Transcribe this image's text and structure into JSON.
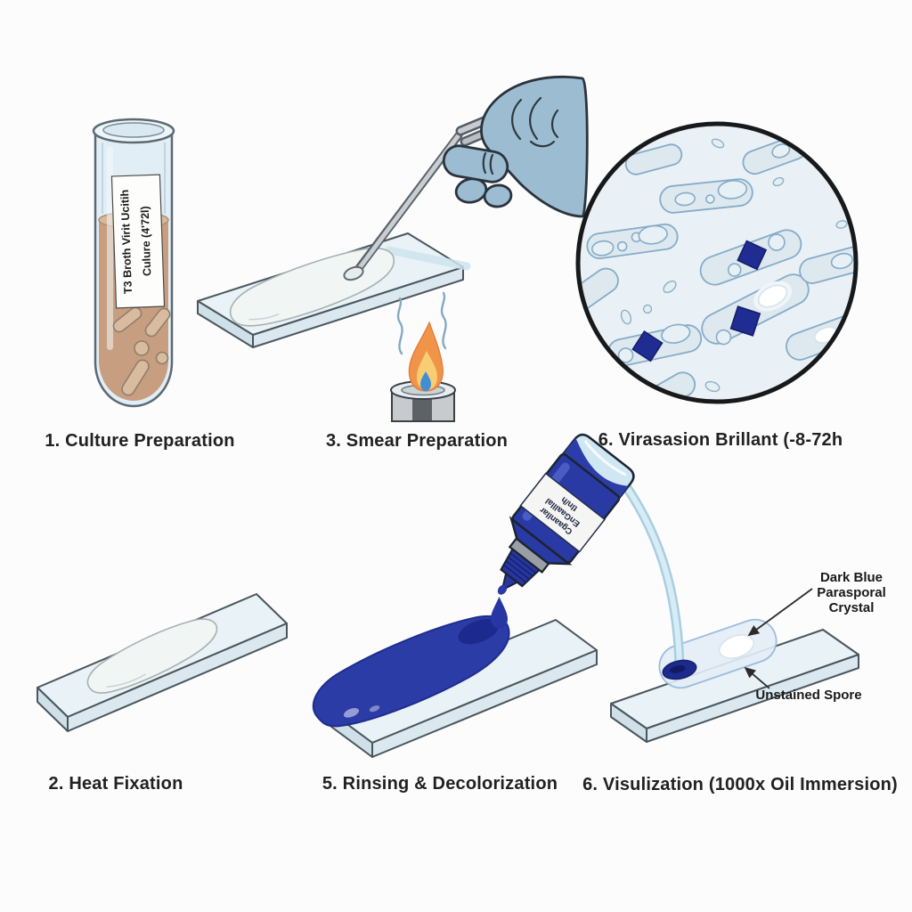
{
  "panels": {
    "culture_preparation": {
      "caption": "1. Culture Preparation",
      "tube_label_line1": "T3 Broth Virit Ucitih",
      "tube_label_line2": "Culure (4'72l)"
    },
    "smear_preparation": {
      "caption": "3. Smear Preparation"
    },
    "incubation_view": {
      "caption": "6. Virasasion Brillant (-8-72h"
    },
    "heat_fixation": {
      "caption": "2. Heat Fixation"
    },
    "rinsing_decolorization": {
      "caption": "5. Rinsing & Decolorization",
      "bottle_label_line1": "Cgaanllar",
      "bottle_label_line2": "EnGaalllal",
      "bottle_label_line3": "tln/h"
    },
    "visualization": {
      "caption": "6. Visulization (1000x Oil Immersion)",
      "crystal_annotation_line1": "Dark Blue",
      "crystal_annotation_line2": "Parasporal",
      "crystal_annotation_line3": "Crystal",
      "spore_annotation": "Unstained Spore"
    }
  },
  "colors": {
    "stain_blue": "#2b3ca6",
    "crystal_navy": "#1f2c91",
    "glove_blue": "#9cbdd1",
    "flame_orange": "#f09449",
    "flame_core_blue": "#3f8fd4",
    "culture_tan": "#c89e80",
    "slide_glass": "#e9f2f6",
    "microscope_field": "#e9f1f6"
  }
}
